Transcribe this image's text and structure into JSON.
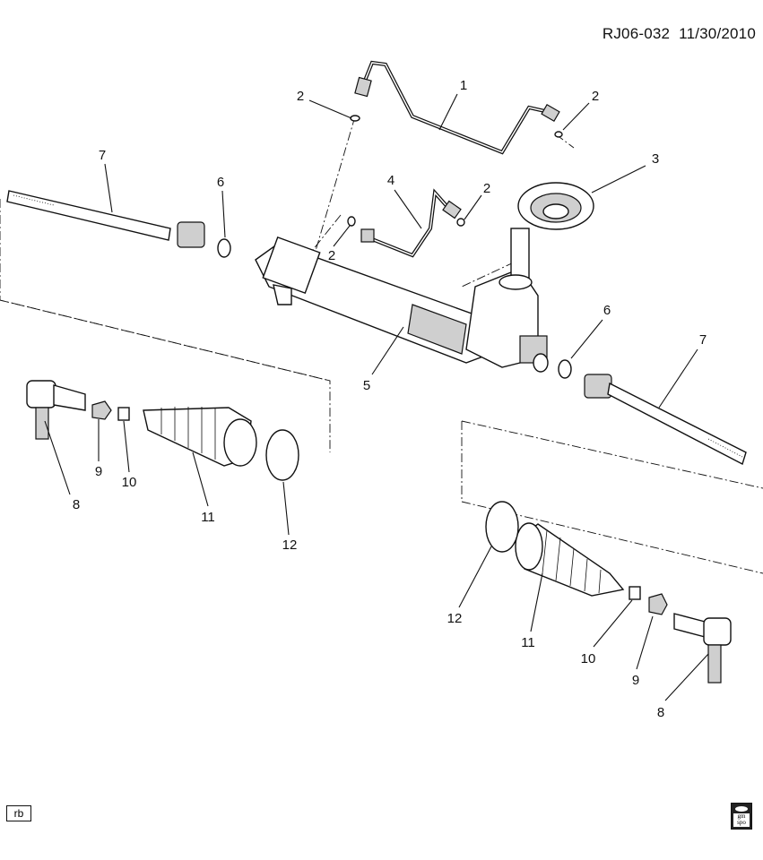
{
  "header": {
    "code": "RJ06-032",
    "date": "11/30/2010"
  },
  "footer": {
    "left_badge": "rb",
    "logo_text": "gm spo"
  },
  "callouts": [
    "1",
    "2",
    "2",
    "3",
    "4",
    "2",
    "7",
    "6",
    "2",
    "5",
    "6",
    "7",
    "8",
    "9",
    "10",
    "11",
    "12",
    "12",
    "11",
    "10",
    "9",
    "8"
  ]
}
